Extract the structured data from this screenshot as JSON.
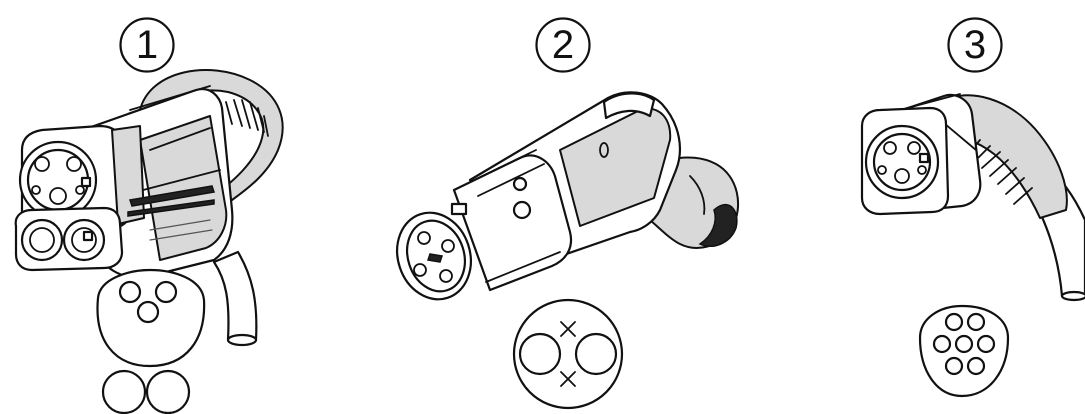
{
  "connectors": [
    {
      "number": "1"
    },
    {
      "number": "2"
    },
    {
      "number": "3"
    }
  ],
  "colors": {
    "outline": "#111111",
    "shade": "#d9d9d9",
    "light": "#eeeeee",
    "dark": "#222222"
  }
}
